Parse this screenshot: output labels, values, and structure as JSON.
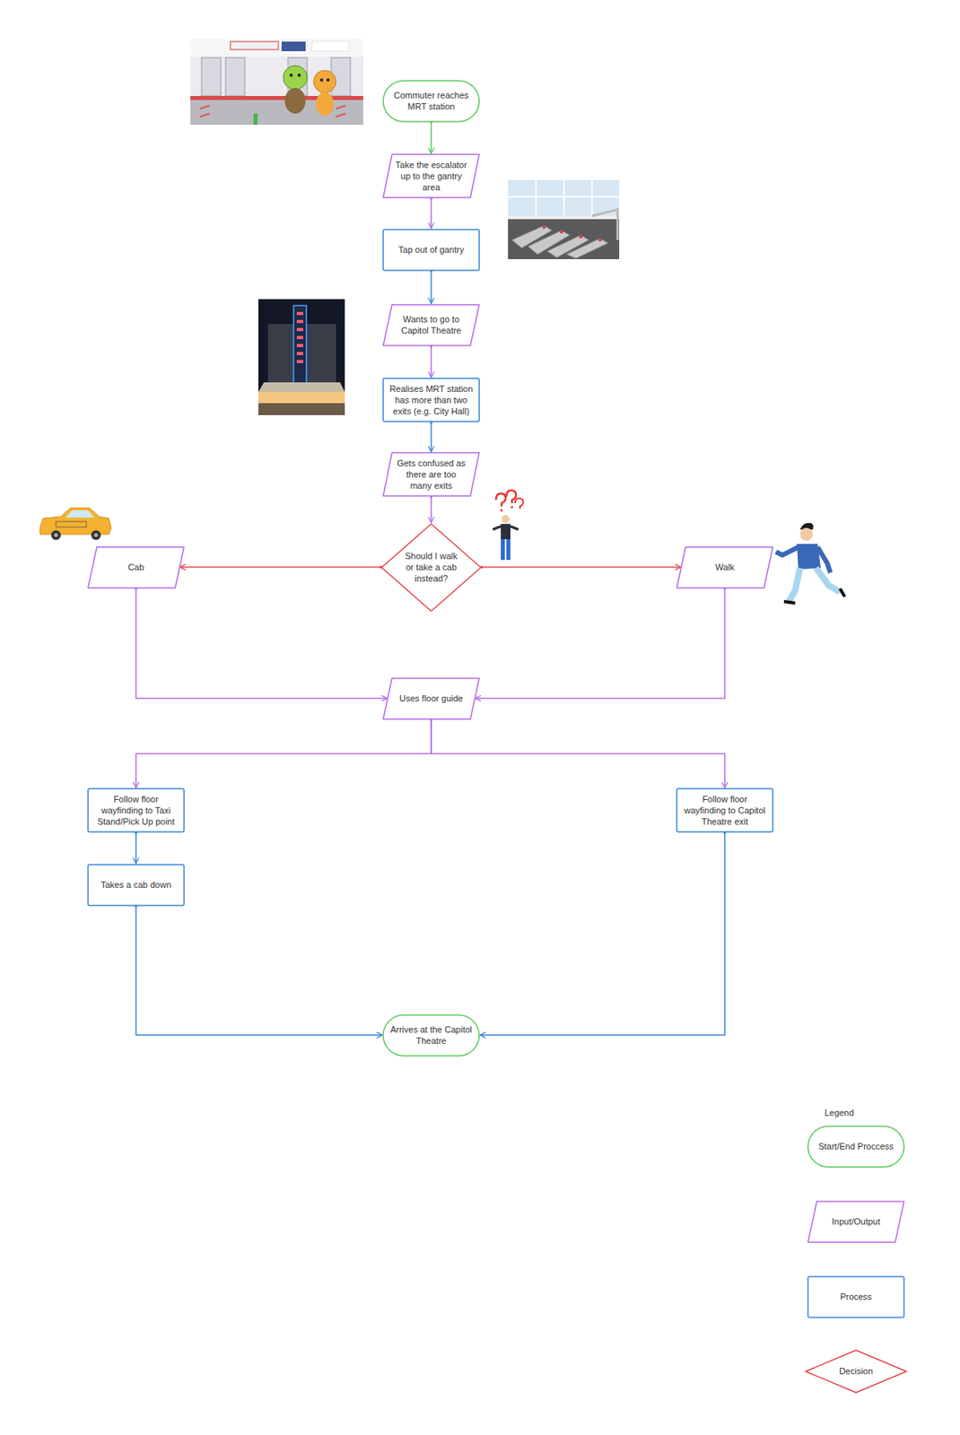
{
  "diagram": {
    "nodes": [
      {
        "text": [
          "Commuter reaches MRT station"
        ]
      },
      {
        "text": [
          "Take the escalator up to the gantry area"
        ]
      },
      {
        "text": [
          "Tap out of gantry"
        ]
      },
      {
        "text": [
          "Wants to go to Capitol Theatre"
        ]
      },
      {
        "text": [
          "Realises MRT station has more than two exits (e.g. City Hall)"
        ]
      },
      {
        "text": [
          "Gets confused as there are too many exits"
        ]
      },
      {
        "text": [
          "Should I walk or take a cab instead?"
        ]
      },
      {
        "text": [
          "Cab"
        ]
      },
      {
        "text": [
          "Walk"
        ]
      },
      {
        "text": [
          "Uses floor guide"
        ]
      },
      {
        "text": [
          "Follow floor wayfinding to Taxi Stand/Pick Up point"
        ]
      },
      {
        "text": [
          "Follow floor wayfinding to Capitol Theatre exit"
        ]
      },
      {
        "text": [
          "Takes a cab down"
        ]
      },
      {
        "text": [
          "Arrives at the Capitol Theatre"
        ]
      }
    ],
    "edges": [
      {
        "from": 0,
        "to": 1,
        "arrow": "to"
      },
      {
        "from": 1,
        "to": 2,
        "arrow": "to"
      },
      {
        "from": 2,
        "to": 3,
        "arrow": "to"
      },
      {
        "from": 3,
        "to": 4,
        "arrow": "to"
      },
      {
        "from": 4,
        "to": 5,
        "arrow": "to"
      },
      {
        "from": 5,
        "to": 6,
        "arrow": "to"
      },
      {
        "from": 6,
        "to": 7,
        "arrow": "to"
      },
      {
        "from": 6,
        "to": 8,
        "arrow": "to"
      },
      {
        "from": 7,
        "to": 9,
        "arrow": "to"
      },
      {
        "from": 8,
        "to": 9,
        "arrow": "to"
      },
      {
        "from": 9,
        "to": 10,
        "arrow": "to"
      },
      {
        "from": 9,
        "to": 11,
        "arrow": "to"
      },
      {
        "from": 10,
        "to": 12,
        "arrow": "to"
      },
      {
        "from": 12,
        "to": 13,
        "arrow": "to"
      },
      {
        "from": 11,
        "to": 13,
        "arrow": "to"
      }
    ],
    "labels": [
      "Legend"
    ],
    "legend": [
      {
        "text": "Start/End Proccess"
      },
      {
        "text": "Input/Output"
      },
      {
        "text": "Process"
      },
      {
        "text": "Decision"
      }
    ]
  }
}
